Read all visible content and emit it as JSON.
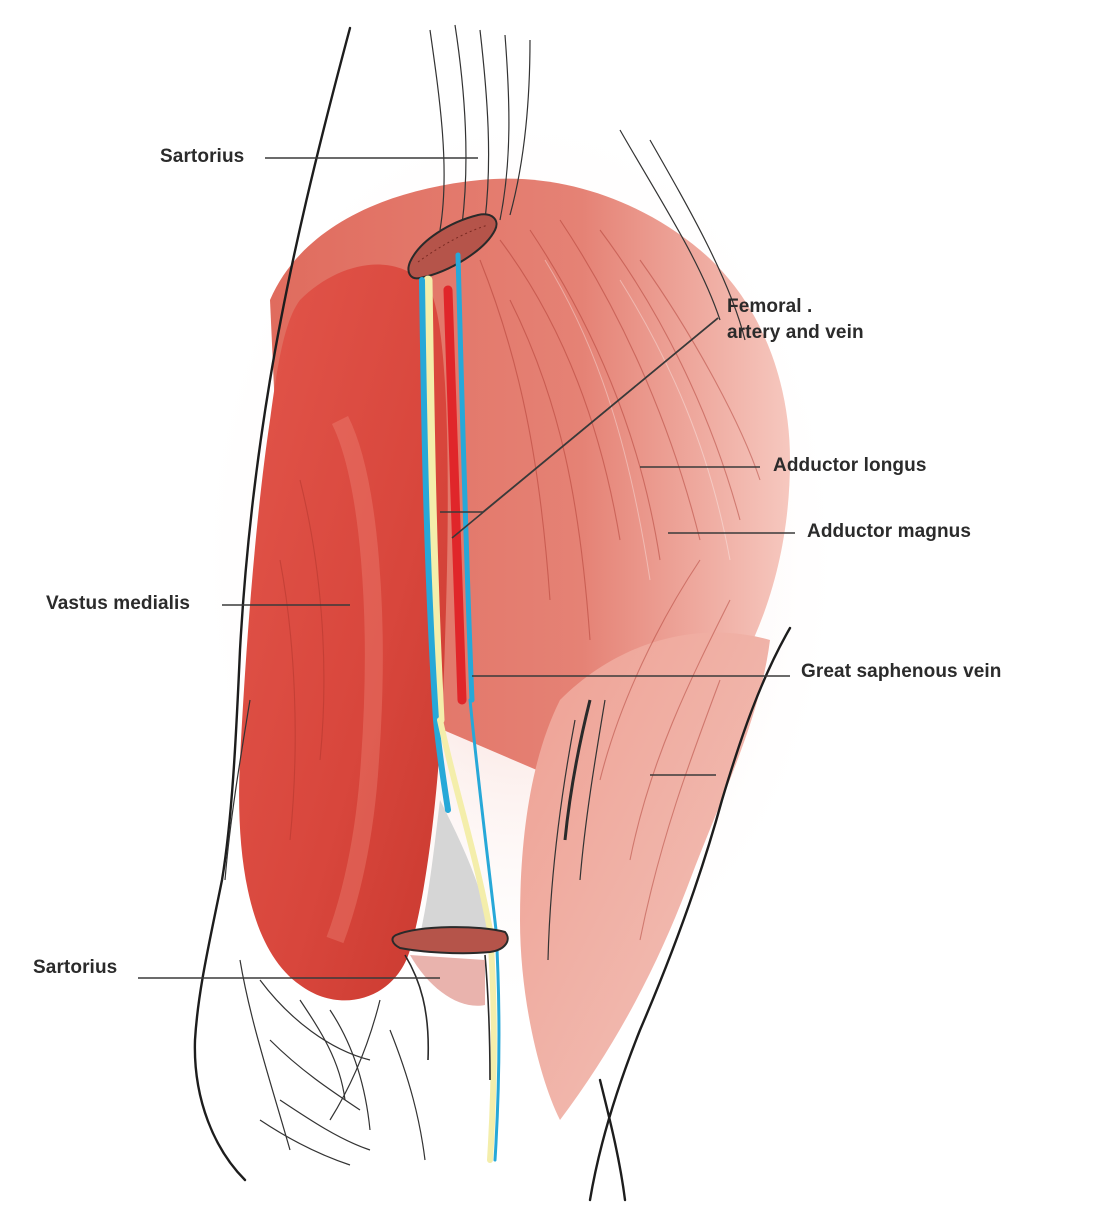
{
  "labels": {
    "sartorius_top": "Sartorius",
    "femoral_line1": "Femoral .",
    "femoral_line2": "artery and vein",
    "adductor_longus": "Adductor longus",
    "adductor_magnus": "Adductor magnus",
    "vastus_medialis": "Vastus medialis",
    "great_saphenous": "Great saphenous vein",
    "sartorius_bottom": "Sartorius"
  },
  "colors": {
    "muscle": "#d9534a",
    "muscle_dark": "#c23a30",
    "muscle_light": "#ec9a8d",
    "artery": "#e0262a",
    "vein": "#27a8d8",
    "nerve": "#f4eeab",
    "tendon": "#d9d9d9"
  }
}
